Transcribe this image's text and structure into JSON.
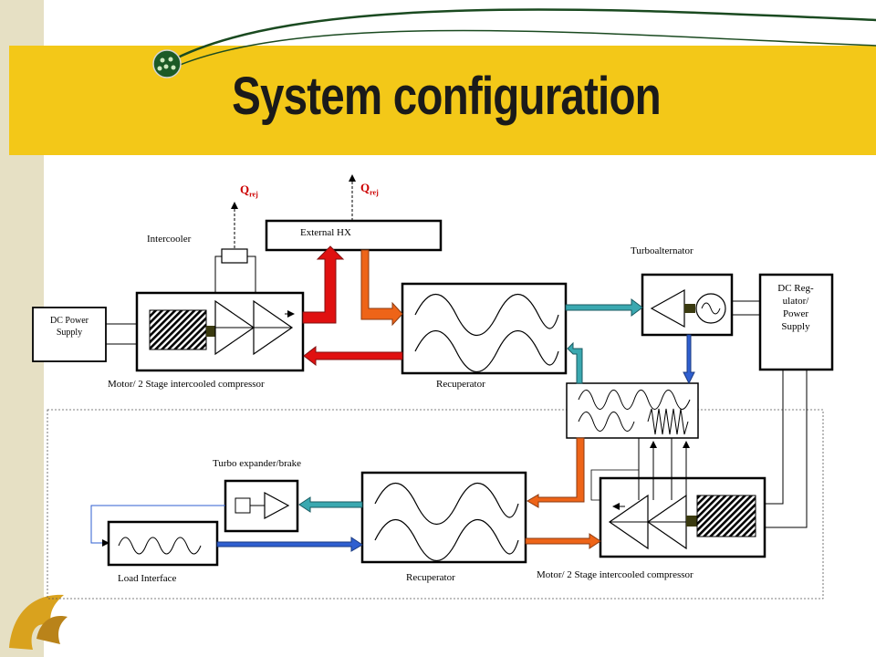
{
  "slide": {
    "title": "System configuration"
  },
  "colors": {
    "title_band": "#f3c818",
    "hot_arrow": "#e01010",
    "warm_arrow": "#ee6418",
    "cool_arrow": "#3aa8b0",
    "cold_arrow": "#2f5fd0"
  },
  "labels": {
    "q_rej_letter": "Q",
    "q_rej_sub": "rej",
    "external_hx": "External HX",
    "intercooler": "Intercooler",
    "turboalternator": "Turboalternator",
    "dc_power_supply": "DC Power Supply",
    "dc_regulator": "DC Reg-ulator/ Power Supply",
    "motor_compressor_top": "Motor/ 2 Stage intercooled compressor",
    "recuperator_top": "Recuperator",
    "turbo_expander": "Turbo expander/brake",
    "load_interface": "Load Interface",
    "recuperator_bottom": "Recuperator",
    "motor_compressor_bottom": "Motor/ 2 Stage intercooled compressor"
  }
}
